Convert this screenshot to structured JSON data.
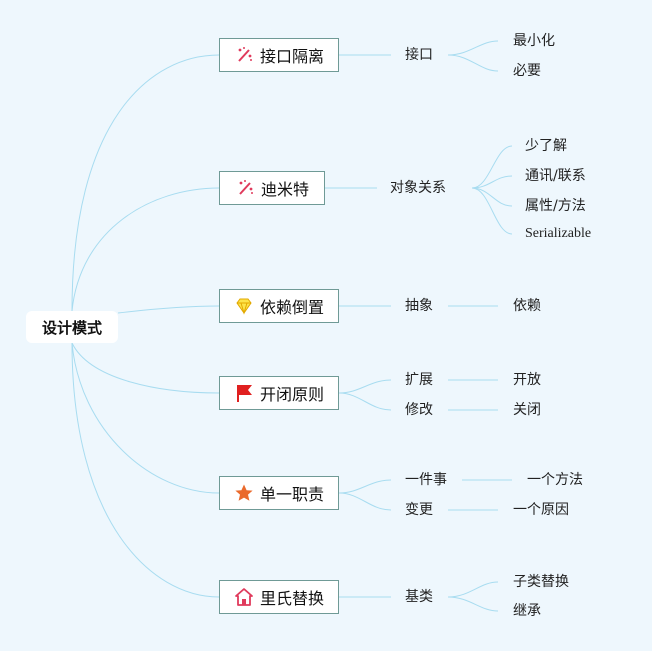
{
  "root": {
    "label": "设计模式"
  },
  "topics": [
    {
      "label": "接口隔离",
      "icon": "magic-wand-icon",
      "sub": "接口",
      "leaves": [
        "最小化",
        "必要"
      ]
    },
    {
      "label": "迪米特",
      "icon": "magic-wand-icon",
      "sub": "对象关系",
      "leaves": [
        "少了解",
        "通讯/联系",
        "属性/方法",
        "Serializable"
      ]
    },
    {
      "label": "依赖倒置",
      "icon": "diamond-icon",
      "sub": "抽象",
      "leaves": [
        "依赖"
      ]
    },
    {
      "label": "开闭原则",
      "icon": "red-flag-icon",
      "subs": [
        {
          "label": "扩展",
          "leaf": "开放"
        },
        {
          "label": "修改",
          "leaf": "关闭"
        }
      ]
    },
    {
      "label": "单一职责",
      "icon": "orange-star-icon",
      "subs": [
        {
          "label": "一件事",
          "leaf": "一个方法"
        },
        {
          "label": "变更",
          "leaf": "一个原因"
        }
      ]
    },
    {
      "label": "里氏替换",
      "icon": "house-icon",
      "sub": "基类",
      "leaves": [
        "子类替换",
        "继承"
      ]
    }
  ],
  "colors": {
    "background": "#eef7fd",
    "connector": "#a8dcf0",
    "topic_border": "#6f9a96"
  }
}
